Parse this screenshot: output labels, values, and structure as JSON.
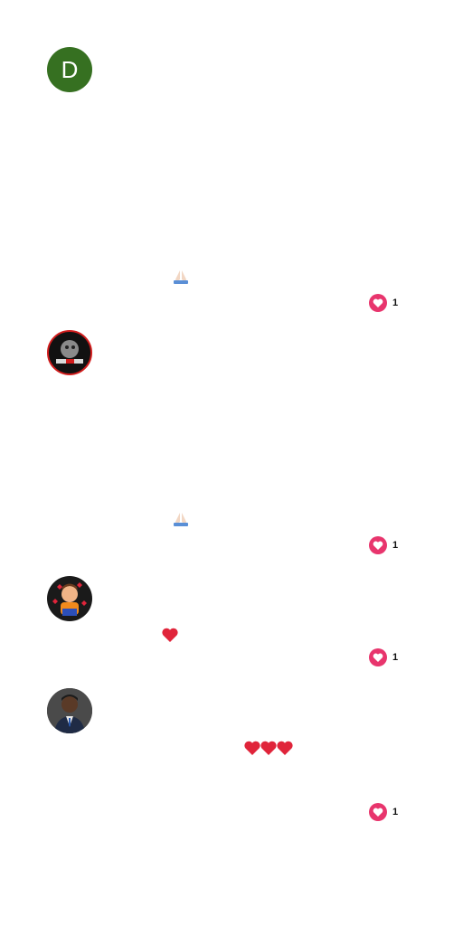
{
  "comments": [
    {
      "avatar": {
        "initial": "D",
        "color": "#367021"
      },
      "emoji": "pray",
      "likes": "1"
    },
    {
      "avatar": {
        "initial": "",
        "color": "#111111"
      },
      "emoji": "pray",
      "likes": "1"
    },
    {
      "avatar": {
        "initial": "",
        "color": "#1a1a1a"
      },
      "emoji": "heart",
      "likes": "1"
    },
    {
      "avatar": {
        "initial": "",
        "color": "#3a3a3a"
      },
      "emoji": "hearts",
      "likes": "1"
    }
  ],
  "colors": {
    "like": "#e8356d",
    "heart": "#e0243a"
  }
}
